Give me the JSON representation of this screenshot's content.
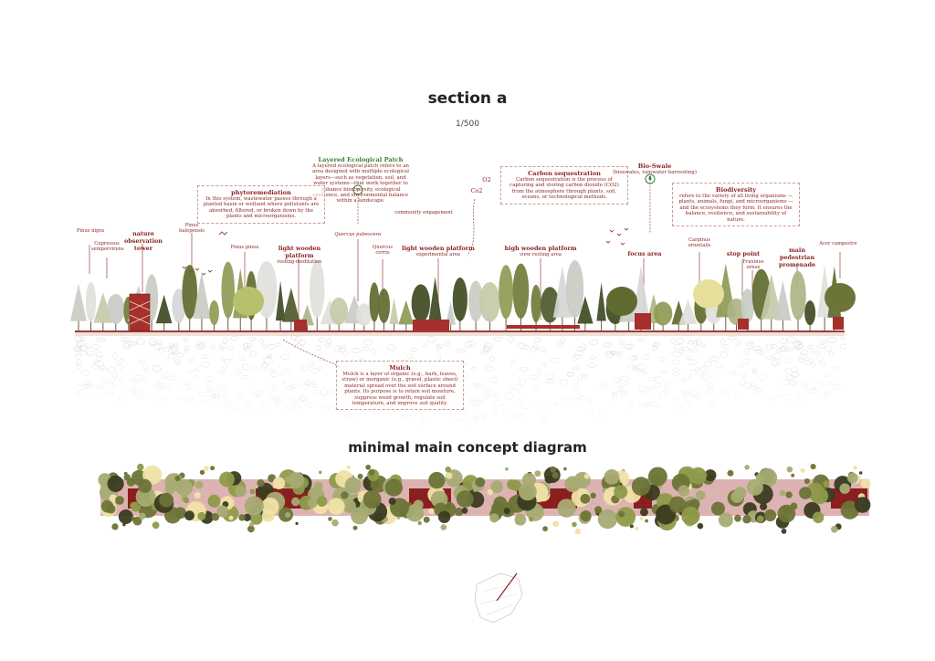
{
  "titles": {
    "section": "section a",
    "scale": "1/500",
    "concept": "minimal main concept diagram"
  },
  "colors": {
    "accent": "#8b1f1f",
    "green": "#3b7d35",
    "olive": "#6d7437",
    "sage": "#a7ab73",
    "cream": "#f0e3a6",
    "dark": "#3a3b20",
    "band": "#dcb3b2"
  },
  "boxes": {
    "layered": {
      "title": "Layered Ecological Patch",
      "text": "A layered ecological patch refers to an area designed with multiple ecological layers—such as vegetation, soil, and water systems—that work together to enhance biodiversity, ecological resilience, and environmental balance within a landscape."
    },
    "phyto": {
      "title": "phytoremediation",
      "text": "In this system, wastewater passes through a planted basin or wetland where pollutants are absorbed, filtered, or broken down by the plants and microorganisms."
    },
    "carbon": {
      "title": "Carbon sequestration",
      "text": "Carbon sequestration is the process of capturing and storing carbon dioxide (CO2) from the atmosphere through plants, soil, oceans, or technological methods."
    },
    "bioswale": {
      "title": "Bio-Swale",
      "text": "(bioswales, rainwater harvesting)"
    },
    "biodiversity": {
      "title": "Biodiversity",
      "text": "refers to the variety of all living organisms — plants, animals, fungi, and microorganisms — and the ecosystems they form. It ensures the balance, resilience, and sustainability of nature."
    },
    "mulch": {
      "title": "Mulch",
      "text": "Mulch is a layer of organic (e.g., bark, leaves, straw) or inorganic (e.g., gravel, plastic sheet) material spread over the soil surface around plants. Its purpose is to retain soil moisture, suppress weed growth, regulate soil temperature, and improve soil quality."
    }
  },
  "labels": {
    "pinus_nigra": "Pinus nigra",
    "cupressus": "Cupressus sempervirens",
    "tower": "nature observation tower",
    "halepensis": "Pinus halepensis",
    "pinea": "Pinus pinea",
    "platform1_title": "light wooden platform",
    "platform1_sub": "resting-meditation",
    "quercus_pub": "Quercus pubescens",
    "quercus_cerris": "Quercus cerris",
    "community": "community engagement",
    "platform2_title": "light wooden platform",
    "platform2_sub": "experimental area",
    "o2": "O2",
    "co2": "Co2",
    "high_platform_title": "high wooden platform",
    "high_platform_sub": "view resting area",
    "focus": "focus area",
    "carpinus": "Carpinus orientalis",
    "stop": "stop point",
    "fraxinus": "Fraxinus ornus",
    "promenade": "main pedestrian promenade",
    "acer": "Acer campestre"
  }
}
